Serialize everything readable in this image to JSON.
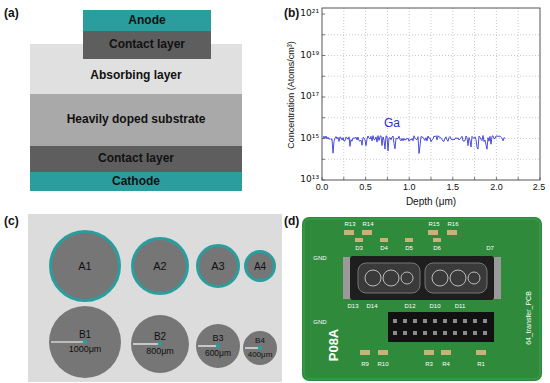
{
  "diagram": {
    "nodes": [
      {
        "text": [
          "Anode"
        ]
      },
      {
        "text": [
          "Contact layer"
        ]
      },
      {
        "text": [
          "Absorbing layer"
        ]
      },
      {
        "text": [
          "Heavily doped substrate"
        ]
      },
      {
        "text": [
          "Contact layer"
        ]
      },
      {
        "text": [
          "Cathode"
        ]
      },
      {
        "text": [
          "A1"
        ]
      },
      {
        "text": [
          "A2"
        ]
      },
      {
        "text": [
          "A3"
        ]
      },
      {
        "text": [
          "A4"
        ]
      },
      {
        "text": [
          "B1",
          "1000μm"
        ]
      },
      {
        "text": [
          "B2",
          "800μm"
        ]
      },
      {
        "text": [
          "B3",
          "600μm"
        ]
      },
      {
        "text": [
          "B4",
          "400μm"
        ]
      }
    ],
    "labels": [
      "(a)",
      "(b)",
      "10²¹",
      "10¹⁹",
      "10¹⁷",
      "10¹⁵",
      "10¹³",
      "0.0",
      "0.5",
      "1.0",
      "1.5",
      "2.0",
      "2.5",
      "Concentration (Atoms/cm³)",
      "Depth (μm)",
      "Ga",
      "(c)",
      "(d)",
      "R13",
      "R14",
      "R15",
      "R16",
      "D3",
      "D4",
      "D5",
      "D6",
      "D7",
      "GND",
      "GND",
      "D13",
      "D14",
      "D12",
      "D10",
      "D11",
      "R9",
      "R10",
      "R3",
      "R4",
      "R1",
      "64_transfer_PCB",
      "P08A"
    ]
  }
}
